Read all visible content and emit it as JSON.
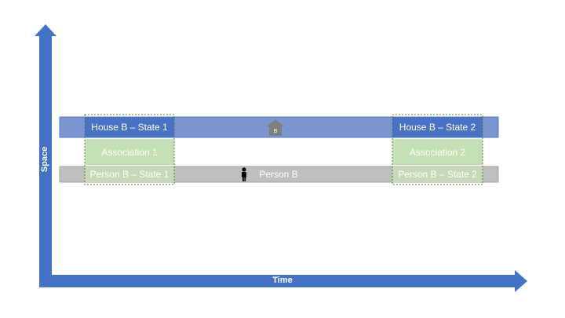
{
  "axes": {
    "y_label": "Space",
    "x_label": "Time"
  },
  "house_bar": {
    "state1_label": "House B – State 1",
    "state2_label": "House B – State 2",
    "icon_letter": "B"
  },
  "associations": {
    "assoc1_label": "Association 1",
    "assoc2_label": "Association 2"
  },
  "person_bar": {
    "state1_label": "Person B – State 1",
    "center_label": "Person B",
    "state2_label": "Person B – State 2"
  },
  "colors": {
    "axis_blue": "#4472c4",
    "house_bar": "#7b95d3",
    "house_state": "#4a72c2",
    "association_green": "#c5e0b4",
    "person_bar": "#bfbfbf",
    "person_state": "#c6d9b8",
    "dashed_frame": "#548235"
  }
}
